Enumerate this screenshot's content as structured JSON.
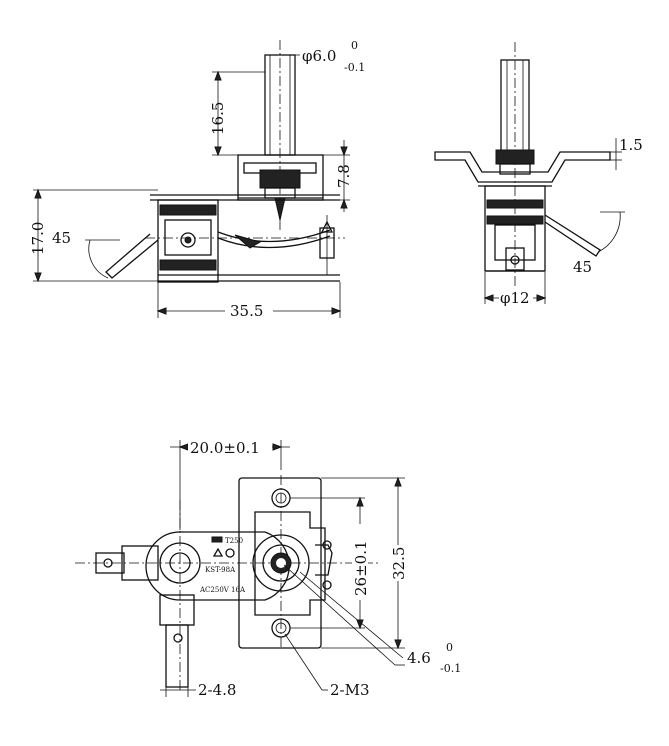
{
  "side_view": {
    "shaft_diameter_main": "φ6.0",
    "shaft_tol_upper": "0",
    "shaft_tol_lower": "-0.1",
    "shaft_height": "16.5",
    "bracket_height": "7.8",
    "total_height": "17.0",
    "body_length": "35.5",
    "terminal_angle": "45"
  },
  "front_view": {
    "bracket_thickness": "1.5",
    "body_diameter": "φ12",
    "terminal_angle": "45"
  },
  "top_view": {
    "terminal_spacing": "20.0±0.1",
    "hole_spacing": "26±0.1",
    "plate_length": "32.5",
    "slot_main": "4.6",
    "slot_tol_upper": "0",
    "slot_tol_lower": "-0.1",
    "terminal_width": "2-4.8",
    "screw_holes": "2-M3",
    "marking_temp": "T250",
    "marking_model": "KST-98A",
    "marking_rating": "AC250V 16A"
  }
}
